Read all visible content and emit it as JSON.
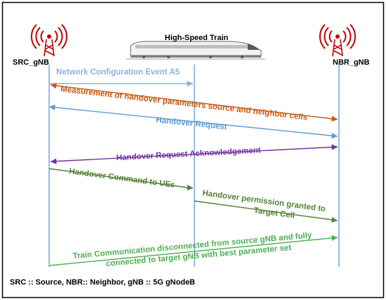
{
  "entities": {
    "source": {
      "label": "SRC_gNB"
    },
    "train": {
      "label": "High-Speed Train"
    },
    "neighbor": {
      "label": "NBR_gNB"
    }
  },
  "messages": [
    {
      "id": "network-config-event",
      "text": "Network Configuration Event A5",
      "color": "#8fb0dd"
    },
    {
      "id": "measurement",
      "text": "Measurement of handover parameters source and neighbor cells",
      "color": "#c55a11"
    },
    {
      "id": "handover-request",
      "text": "Handover Request",
      "color": "#5b9bd5"
    },
    {
      "id": "handover-request-ack",
      "text": "Handover Request Acknowledgement",
      "color": "#7030a0"
    },
    {
      "id": "handover-command",
      "text": "Handover Command to UEs",
      "color": "#538135"
    },
    {
      "id": "handover-permission",
      "text": [
        "Handover permission granted to",
        "Target Cell"
      ],
      "color": "#538135"
    },
    {
      "id": "train-communication",
      "text": [
        "Train Communication disconnected from source gNB and fully",
        "connected to target gNB with best parameter set"
      ],
      "color": "#4caf50"
    }
  ],
  "legend": {
    "text": "SRC :: Source, NBR:: Neighbor, gNB :: 5G gNodeB"
  },
  "colors": {
    "lifeline": "#5b9bd5",
    "tower": "#c00000",
    "frame": "#000000"
  }
}
